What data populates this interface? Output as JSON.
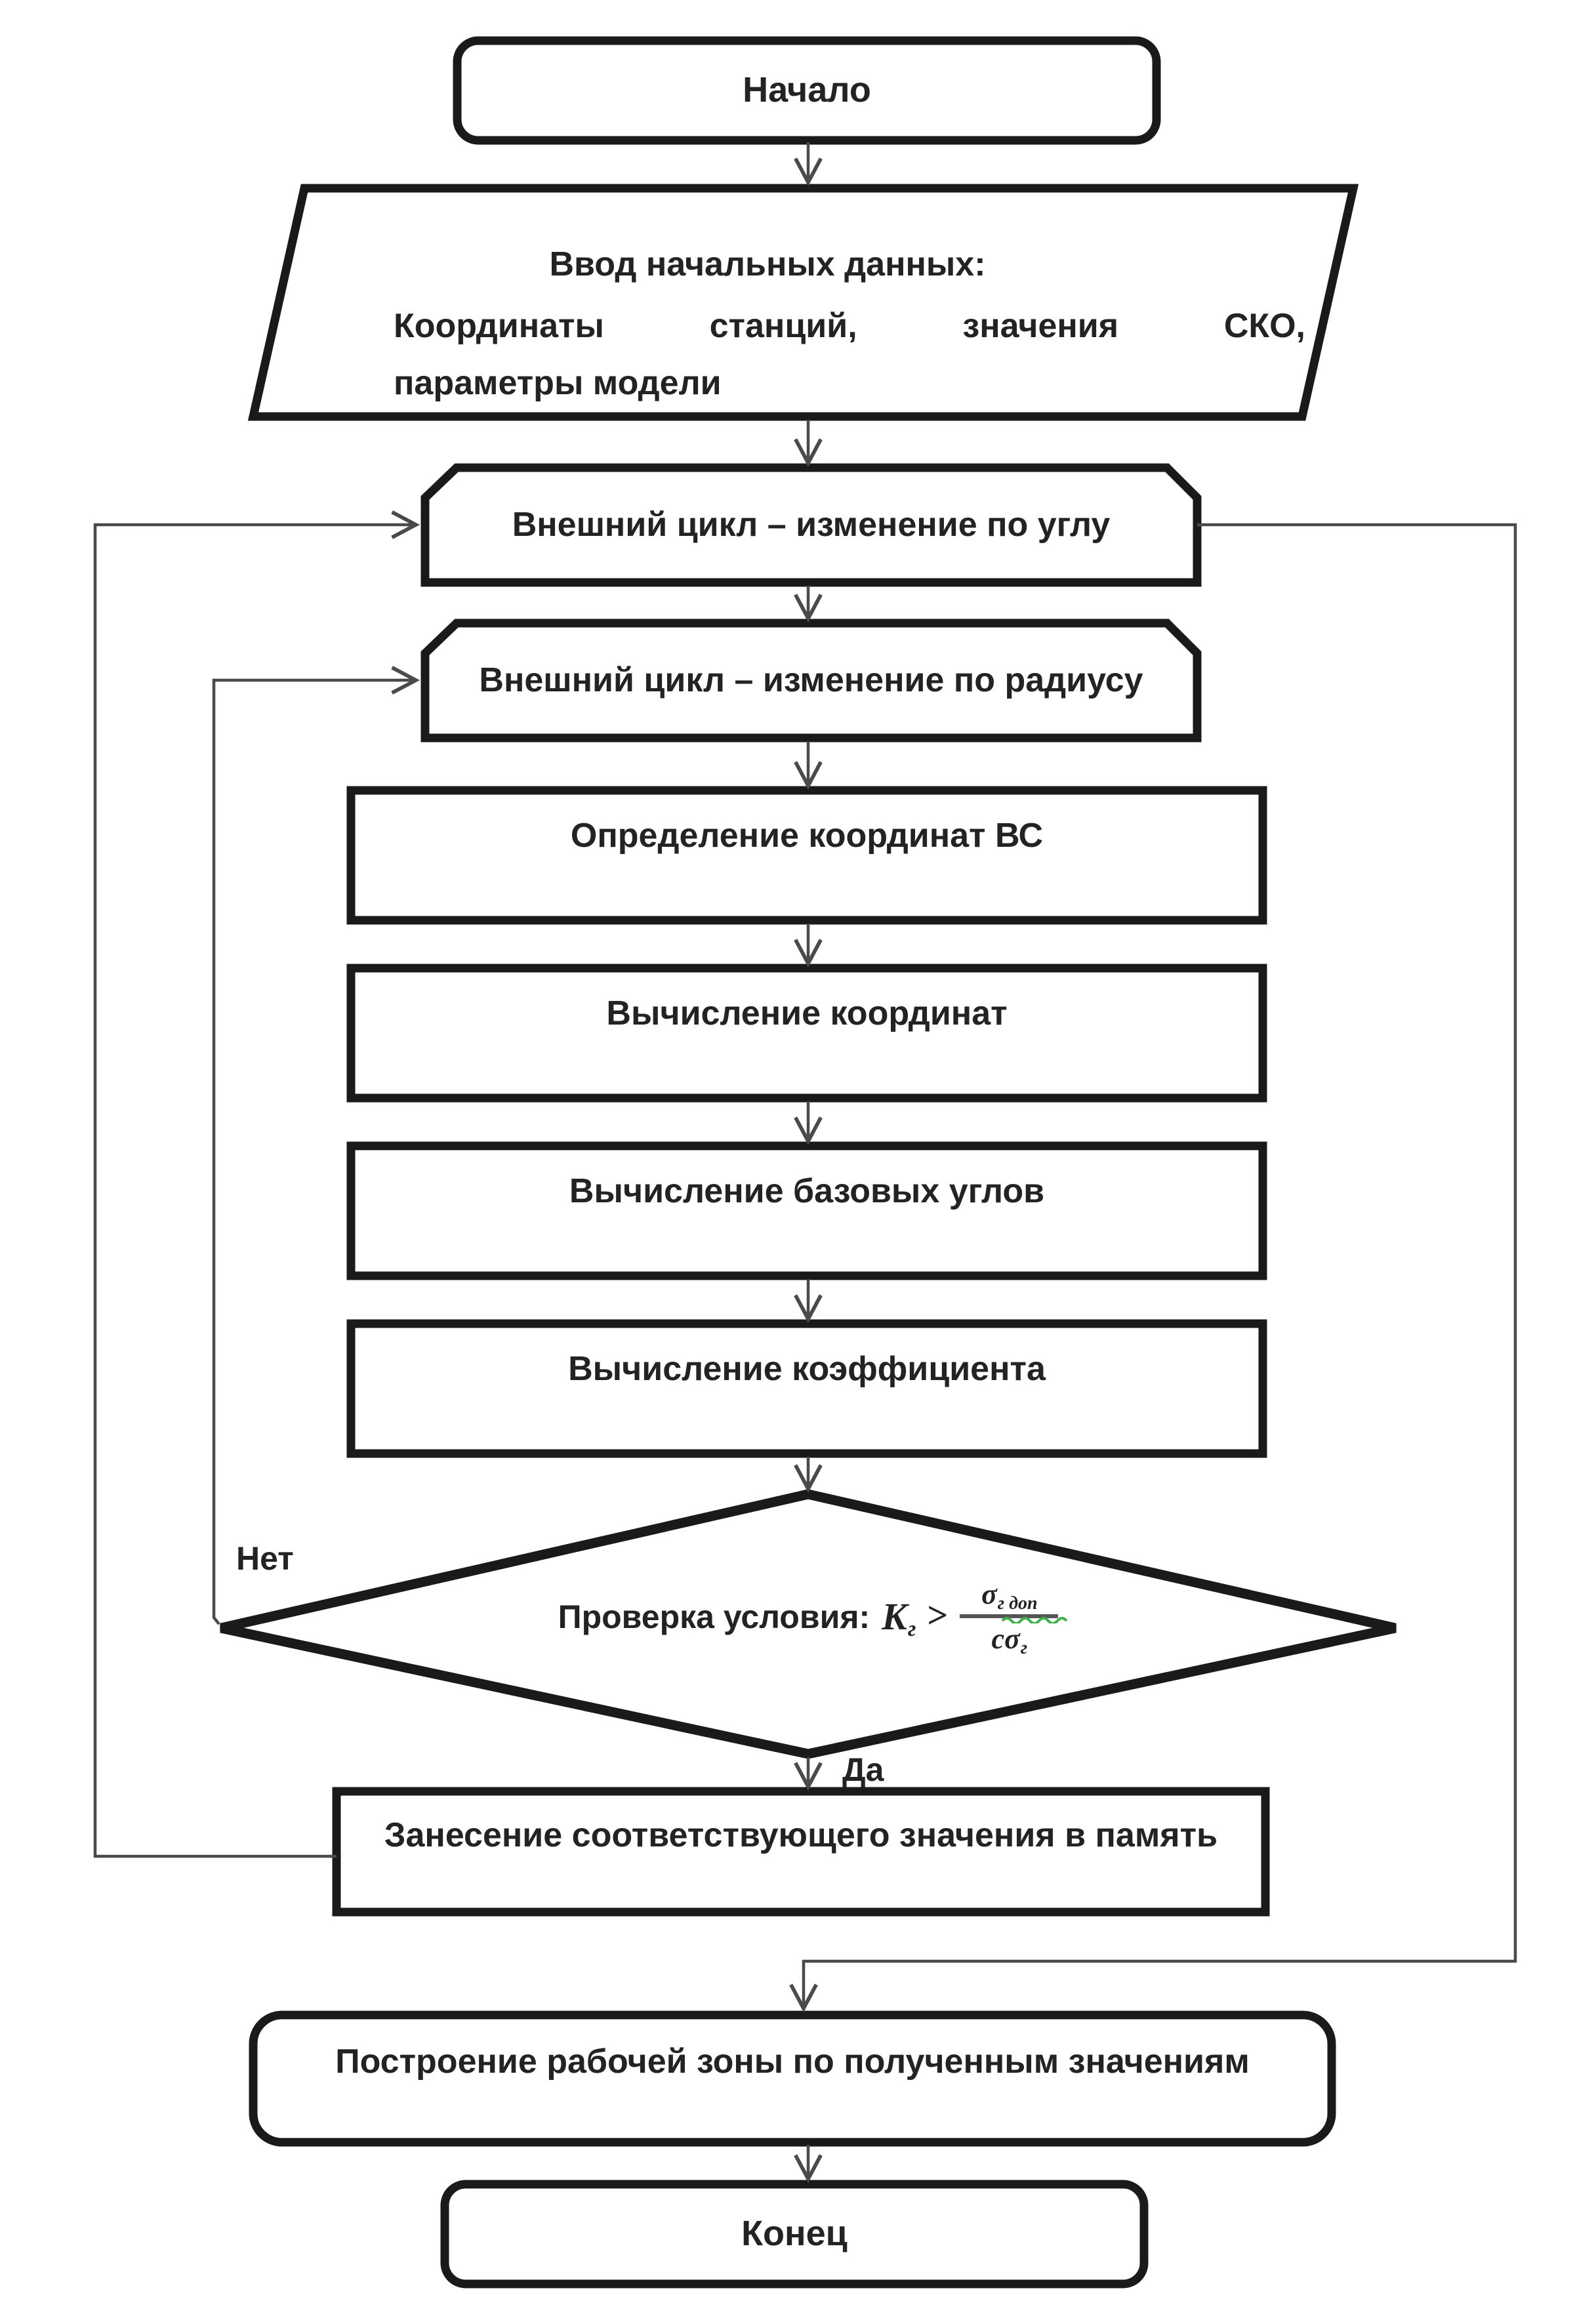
{
  "colors": {
    "ink": "#232323",
    "box_border": "#1a1a1a",
    "connector": "#4a4a4a",
    "squiggle_green": "#3fb04a",
    "background": "#ffffff"
  },
  "nodes": {
    "start": {
      "label": "Начало"
    },
    "input": {
      "line1": "Ввод начальных данных:",
      "line2_words": [
        "Координаты",
        "станций,",
        "значения",
        "СКО,"
      ],
      "line3": "параметры модели"
    },
    "loop_angle": {
      "label": "Внешний цикл – изменение по углу"
    },
    "loop_radius": {
      "label": "Внешний цикл – изменение по радиусу"
    },
    "define_coords": {
      "label": "Определение координат ВС"
    },
    "calc_coords": {
      "label": "Вычисление координат"
    },
    "calc_base_angles": {
      "label": "Вычисление базовых углов"
    },
    "calc_coefficient": {
      "label": "Вычисление коэффициента"
    },
    "decision": {
      "prefix": "Проверка условия:",
      "variable": "K",
      "variable_sub": "г",
      "operator": ">",
      "numerator_sigma": "σ",
      "numerator_sub": "г доп",
      "denominator_c": "c",
      "denominator_sigma": "σ",
      "denominator_sub": "г"
    },
    "store": {
      "label": "Занесение соответствующего значения в память"
    },
    "build_zone": {
      "label": "Построение рабочей зоны по полученным значениям"
    },
    "end": {
      "label": "Конец"
    }
  },
  "edges": {
    "yes_label": "Да",
    "no_label": "Нет"
  }
}
